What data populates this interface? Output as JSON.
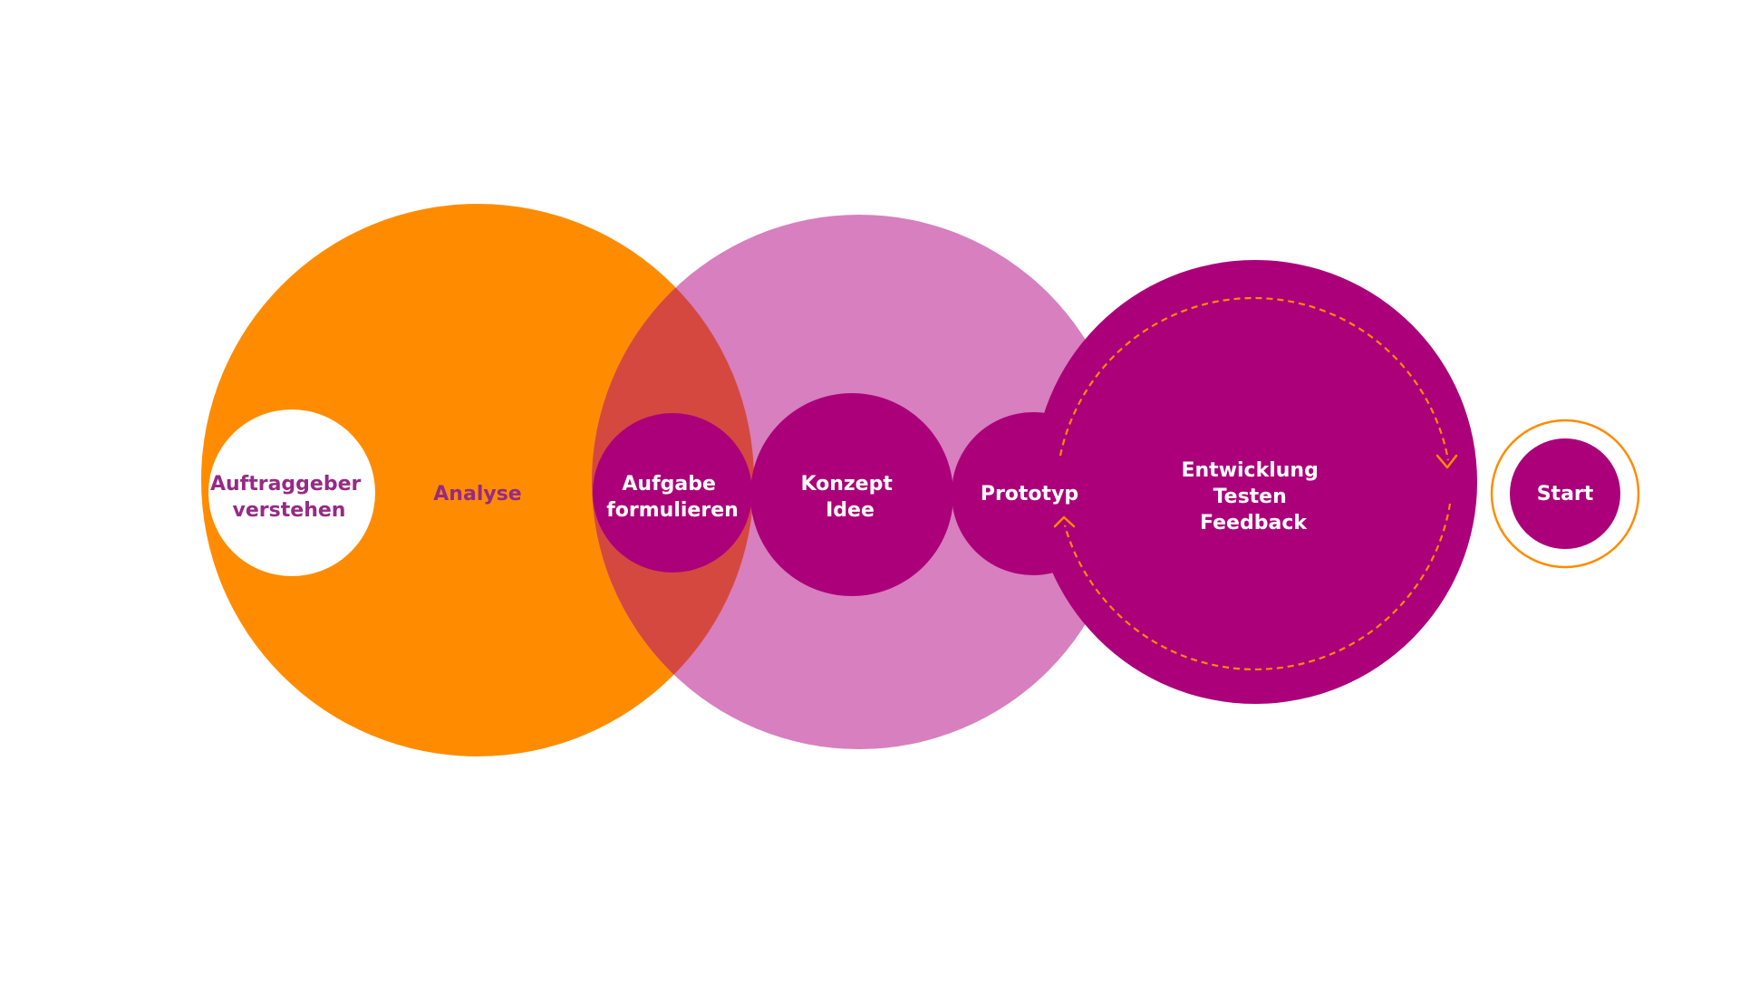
{
  "colors": {
    "background": "#ffffff",
    "orange": "#ff8c00",
    "pink": "#d77fbf",
    "overlap": "#d54840",
    "magenta": "#ab007a",
    "label_purple": "#962a86",
    "white": "#ffffff"
  },
  "diagram": {
    "auftraggeber": {
      "line1": "Auftraggeber",
      "line2": "verstehen"
    },
    "analyse": {
      "label": "Analyse"
    },
    "aufgabe": {
      "line1": "Aufgabe",
      "line2": "formulieren"
    },
    "konzept": {
      "line1": "Konzept",
      "line2": "Idee"
    },
    "prototyp": {
      "label": "Prototyp"
    },
    "cycle": {
      "line1": "Entwicklung",
      "line2": "Testen",
      "line3": "Feedback"
    },
    "start": {
      "label": "Start"
    }
  }
}
